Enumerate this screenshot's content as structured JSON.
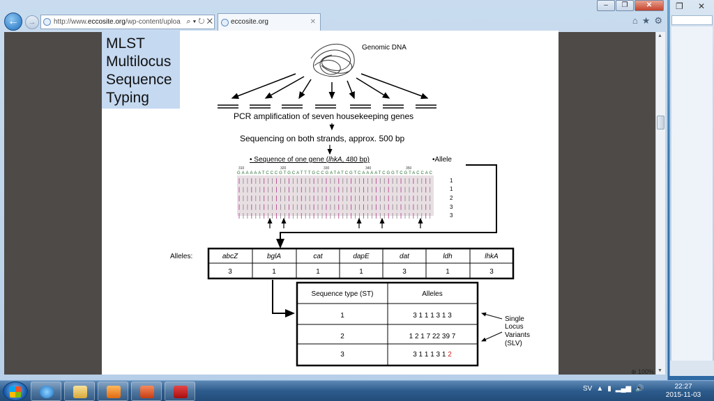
{
  "browser": {
    "address_prefix": "http://www.",
    "address_domain": "eccosite.org",
    "address_suffix": "/wp-content/uploa",
    "tab_title": "eccosite.org",
    "zoom": "⊕ 100%"
  },
  "slide": {
    "title_lines": [
      "MLST",
      "Multilocus",
      "Sequence",
      "Typing"
    ],
    "genomic_dna_label": "Genomic DNA",
    "pcr_text": "PCR amplification of seven housekeeping  genes",
    "sequencing_text": "Sequencing on both strands, approx. 500 bp",
    "sequence_label_prefix": "• Sequence of one gene (",
    "sequence_label_gene": "lhkA",
    "sequence_label_suffix": ", 480 bp)",
    "allele_label": "•Allele",
    "ruler_ticks": [
      "310",
      "320",
      "330",
      "340",
      "350"
    ],
    "sequence_text": "GAAAAATCCCGTGCATTTGCCGATATCGTCAAAATCGGTCGTACCAC",
    "allele_numbers": [
      "1",
      "1",
      "2",
      "3",
      "3"
    ],
    "alleles_table_label": "Alleles:",
    "alleles_headers": [
      "abcZ",
      "bglA",
      "cat",
      "dapE",
      "dat",
      "ldh",
      "lhkA"
    ],
    "alleles_values": [
      "3",
      "1",
      "1",
      "1",
      "3",
      "1",
      "3"
    ],
    "st_table": {
      "headers": [
        "Sequence type (ST)",
        "Alleles"
      ],
      "rows": [
        {
          "st": "1",
          "alleles": "3 1 1 1 3 1 3",
          "highlight": ""
        },
        {
          "st": "2",
          "alleles": "1 2 1 7 22 39 7",
          "highlight": ""
        },
        {
          "st": "3",
          "alleles": "3 1 1 1 3 1 ",
          "highlight": "2"
        }
      ]
    },
    "slv_label_lines": [
      "Single",
      "Locus",
      "Variants",
      "(SLV)"
    ]
  },
  "taskbar": {
    "language": "SV",
    "time": "22:27",
    "date": "2015-11-03"
  },
  "colors": {
    "title_box": "#c5d9f1",
    "highlight_red": "#d02020",
    "alignment_bg": "#e8dfe3"
  }
}
